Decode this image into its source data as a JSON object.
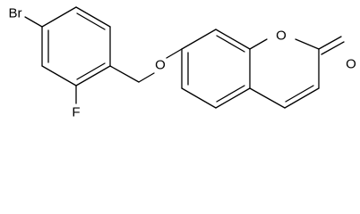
{
  "molecule": {
    "atoms": {
      "br": "Br",
      "f": "F",
      "ether_o": "O",
      "ring_o": "O",
      "carbonyl_o": "O"
    }
  },
  "colors": {
    "bond": "#000000",
    "label": "#000000",
    "background": "#ffffff"
  }
}
